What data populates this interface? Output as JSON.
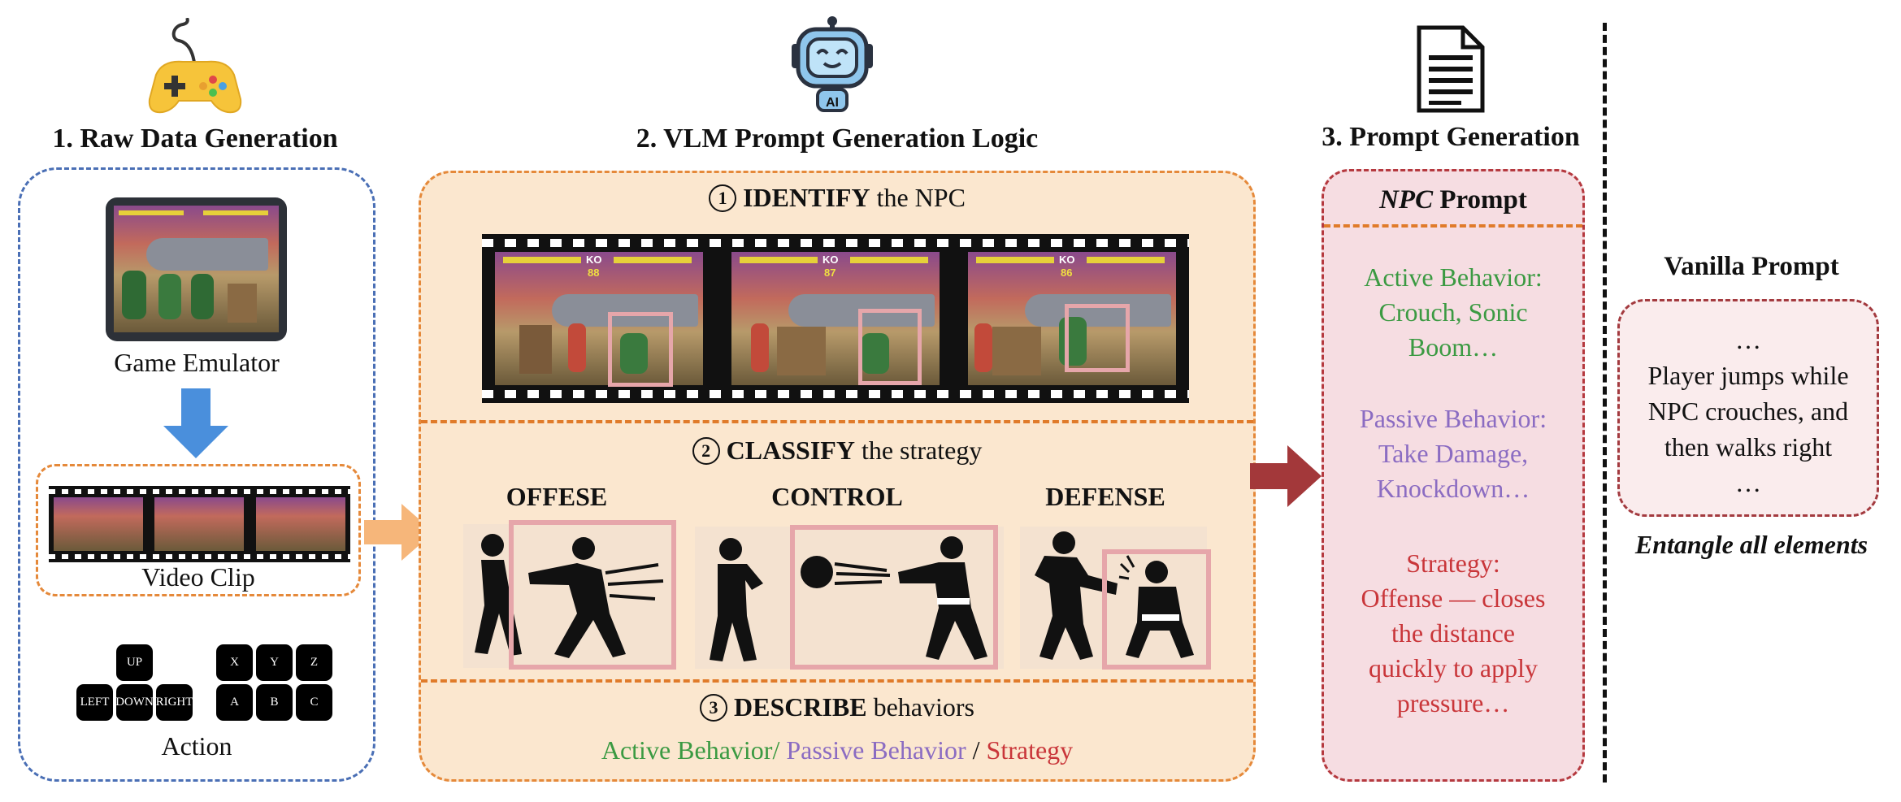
{
  "section1": {
    "title": "1. Raw Data Generation",
    "emulator_label": "Game Emulator",
    "clip_label": "Video Clip",
    "action_label": "Action",
    "keys": [
      "UP",
      "LEFT",
      "DOWN",
      "RIGHT",
      "X",
      "Y",
      "Z",
      "A",
      "B",
      "C"
    ]
  },
  "section2": {
    "title": "2. VLM Prompt Generation Logic",
    "robot_badge": "AI",
    "step1": {
      "num": "1",
      "bold": "IDENTIFY",
      "rest": " the NPC"
    },
    "step2": {
      "num": "2",
      "bold": "CLASSIFY",
      "rest": " the strategy"
    },
    "step3": {
      "num": "3",
      "bold": "DESCRIBE",
      "rest": " behaviors"
    },
    "strategies": [
      "OFFESE",
      "CONTROL",
      "DEFENSE"
    ],
    "legend": {
      "active": "Active Behavior/",
      "passive": " Passive Behavior",
      "sep": " / ",
      "strategy": "Strategy"
    },
    "frame_labels": [
      "KO",
      "KO",
      "KO"
    ],
    "frame_timers": [
      "88",
      "87",
      "86"
    ]
  },
  "section3": {
    "title": "3. Prompt Generation",
    "npc_header_italic": "NPC",
    "npc_header_rest": " Prompt",
    "active_lines": [
      "Active Behavior:",
      "Crouch, Sonic",
      "Boom…"
    ],
    "passive_lines": [
      "Passive Behavior:",
      "Take Damage,",
      "Knockdown…"
    ],
    "strategy_lines": [
      "Strategy:",
      "Offense — closes",
      "the distance",
      "quickly to apply",
      "pressure…"
    ]
  },
  "vanilla": {
    "title": "Vanilla Prompt",
    "lines": [
      "…",
      "Player jumps while",
      "NPC crouches, and",
      "then walks right",
      "…"
    ],
    "caption": "Entangle all elements"
  },
  "colors": {
    "active": "#3b9a42",
    "passive": "#8b6cc2",
    "strategy": "#c9363a",
    "orange_panel": "#fbe7cf",
    "pink_panel": "#f6dde2",
    "blue_border": "#4a6fb5"
  }
}
